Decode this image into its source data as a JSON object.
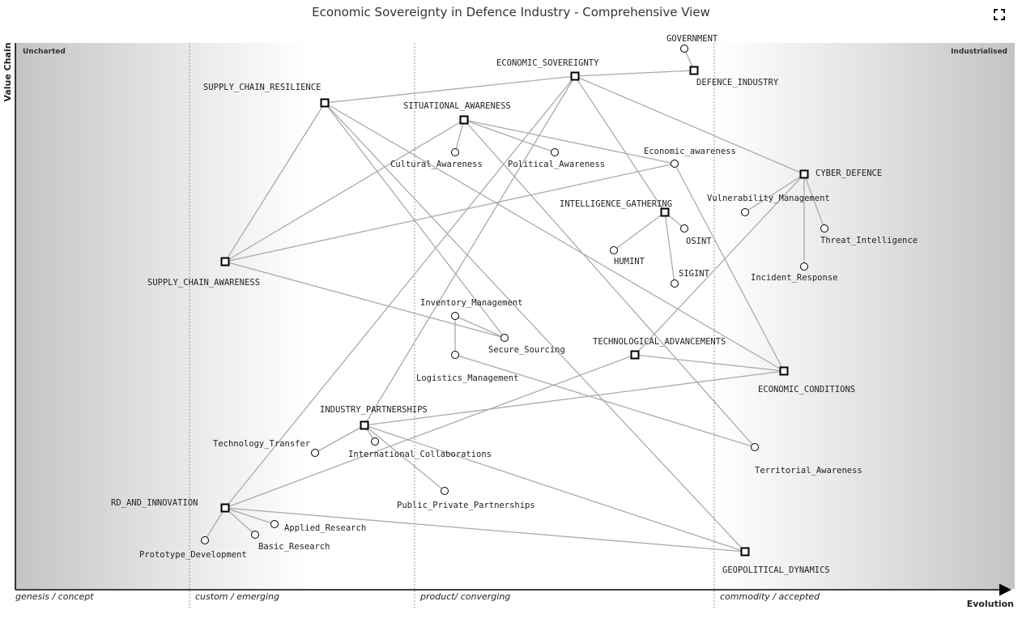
{
  "title": "Economic Sovereignty in Defence Industry - Comprehensive View",
  "fullscreen_icon": "fullscreen-icon",
  "axes": {
    "y_label": "Value Chain",
    "x_label": "Evolution",
    "left_corner": "Uncharted",
    "right_corner": "Industrialised",
    "stages": [
      "genesis / concept",
      "custom / emerging",
      "product/ converging",
      "commodity / accepted"
    ]
  },
  "components": [
    {
      "id": "gov",
      "name": "GOVERNMENT",
      "shape": "circle"
    },
    {
      "id": "es",
      "name": "ECONOMIC_SOVEREIGNTY",
      "shape": "square"
    },
    {
      "id": "di",
      "name": "DEFENCE_INDUSTRY",
      "shape": "square"
    },
    {
      "id": "scr",
      "name": "SUPPLY_CHAIN_RESILIENCE",
      "shape": "square"
    },
    {
      "id": "sa",
      "name": "SITUATIONAL_AWARENESS",
      "shape": "square"
    },
    {
      "id": "ca",
      "name": "Cultural_Awareness",
      "shape": "circle"
    },
    {
      "id": "pa",
      "name": "Political_Awareness",
      "shape": "circle"
    },
    {
      "id": "ea",
      "name": "Economic_awareness",
      "shape": "circle"
    },
    {
      "id": "cd",
      "name": "CYBER_DEFENCE",
      "shape": "square"
    },
    {
      "id": "vm",
      "name": "Vulnerability_Management",
      "shape": "circle"
    },
    {
      "id": "ti",
      "name": "Threat_Intelligence",
      "shape": "circle"
    },
    {
      "id": "ir",
      "name": "Incident_Response",
      "shape": "circle"
    },
    {
      "id": "ig",
      "name": "INTELLIGENCE_GATHERING",
      "shape": "square"
    },
    {
      "id": "osint",
      "name": "OSINT",
      "shape": "circle"
    },
    {
      "id": "humint",
      "name": "HUMINT",
      "shape": "circle"
    },
    {
      "id": "sigint",
      "name": "SIGINT",
      "shape": "circle"
    },
    {
      "id": "sca",
      "name": "SUPPLY_CHAIN_AWARENESS",
      "shape": "square"
    },
    {
      "id": "im",
      "name": "Inventory_Management",
      "shape": "circle"
    },
    {
      "id": "ss",
      "name": "Secure_Sourcing",
      "shape": "circle"
    },
    {
      "id": "lm",
      "name": "Logistics_Management",
      "shape": "circle"
    },
    {
      "id": "ta",
      "name": "TECHNOLOGICAL_ADVANCEMENTS",
      "shape": "square"
    },
    {
      "id": "ec",
      "name": "ECONOMIC_CONDITIONS",
      "shape": "square"
    },
    {
      "id": "ip",
      "name": "INDUSTRY_PARTNERSHIPS",
      "shape": "square"
    },
    {
      "id": "tt",
      "name": "Technology_Transfer",
      "shape": "circle"
    },
    {
      "id": "ic",
      "name": "International_Collaborations",
      "shape": "circle"
    },
    {
      "id": "terr",
      "name": "Territorial_Awareness",
      "shape": "circle"
    },
    {
      "id": "ppp",
      "name": "Public_Private_Partnerships",
      "shape": "circle"
    },
    {
      "id": "rdi",
      "name": "RD_AND_INNOVATION",
      "shape": "square"
    },
    {
      "id": "ar",
      "name": "Applied_Research",
      "shape": "circle"
    },
    {
      "id": "br",
      "name": "Basic_Research",
      "shape": "circle"
    },
    {
      "id": "pd",
      "name": "Prototype_Development",
      "shape": "circle"
    },
    {
      "id": "gd",
      "name": "GEOPOLITICAL_DYNAMICS",
      "shape": "square"
    }
  ],
  "links": [
    [
      "gov",
      "di"
    ],
    [
      "es",
      "di"
    ],
    [
      "es",
      "scr"
    ],
    [
      "es",
      "cd"
    ],
    [
      "es",
      "ig"
    ],
    [
      "es",
      "ip"
    ],
    [
      "es",
      "rdi"
    ],
    [
      "scr",
      "sca"
    ],
    [
      "scr",
      "ss"
    ],
    [
      "scr",
      "ec"
    ],
    [
      "scr",
      "gd"
    ],
    [
      "sa",
      "ca"
    ],
    [
      "sa",
      "pa"
    ],
    [
      "sa",
      "ea"
    ],
    [
      "sa",
      "sca"
    ],
    [
      "sa",
      "terr"
    ],
    [
      "ea",
      "sca"
    ],
    [
      "ea",
      "ec"
    ],
    [
      "cd",
      "vm"
    ],
    [
      "cd",
      "ti"
    ],
    [
      "cd",
      "ir"
    ],
    [
      "cd",
      "ta"
    ],
    [
      "ig",
      "osint"
    ],
    [
      "ig",
      "humint"
    ],
    [
      "ig",
      "sigint"
    ],
    [
      "sca",
      "ss"
    ],
    [
      "im",
      "ss"
    ],
    [
      "im",
      "lm"
    ],
    [
      "lm",
      "terr"
    ],
    [
      "ta",
      "ec"
    ],
    [
      "ta",
      "rdi"
    ],
    [
      "ip",
      "ec"
    ],
    [
      "ip",
      "tt"
    ],
    [
      "ip",
      "ic"
    ],
    [
      "ip",
      "ppp"
    ],
    [
      "ip",
      "gd"
    ],
    [
      "rdi",
      "ar"
    ],
    [
      "rdi",
      "br"
    ],
    [
      "rdi",
      "pd"
    ],
    [
      "rdi",
      "gd"
    ]
  ]
}
